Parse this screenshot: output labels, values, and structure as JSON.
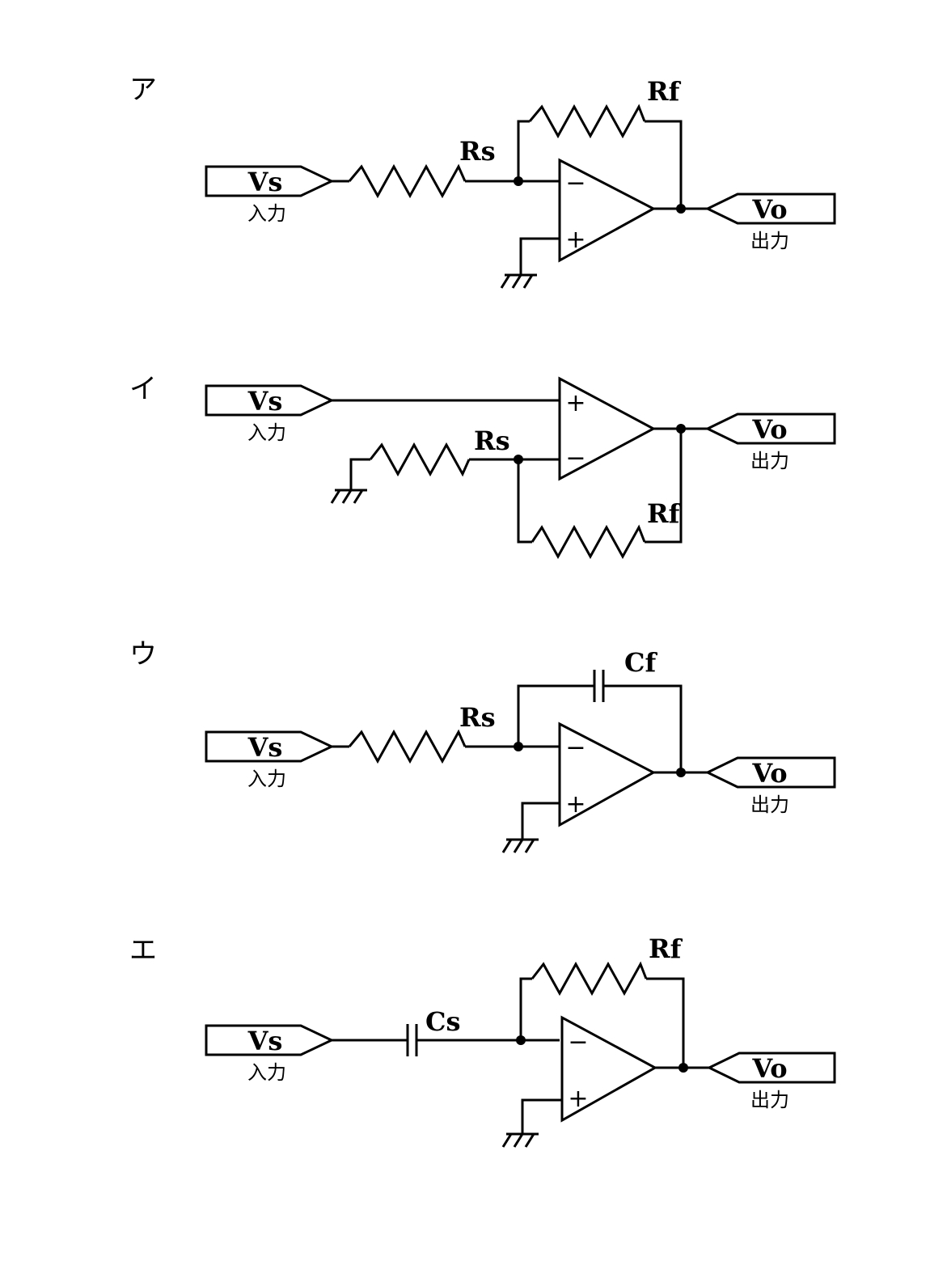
{
  "circuits": [
    {
      "id": "a",
      "label": "ア",
      "input": {
        "name": "Vs",
        "caption": "入力"
      },
      "output": {
        "name": "Vo",
        "caption": "出力"
      },
      "input_component": {
        "type": "resistor",
        "name": "Rs"
      },
      "feedback_component": {
        "type": "resistor",
        "name": "Rf"
      },
      "noninverting_input": "ground",
      "inverting_input": "signal"
    },
    {
      "id": "i",
      "label": "イ",
      "input": {
        "name": "Vs",
        "caption": "入力"
      },
      "output": {
        "name": "Vo",
        "caption": "出力"
      },
      "input_component": {
        "type": "resistor",
        "name": "Rs"
      },
      "feedback_component": {
        "type": "resistor",
        "name": "Rf"
      },
      "noninverting_input": "signal",
      "inverting_input": "Rs to ground"
    },
    {
      "id": "u",
      "label": "ウ",
      "input": {
        "name": "Vs",
        "caption": "入力"
      },
      "output": {
        "name": "Vo",
        "caption": "出力"
      },
      "input_component": {
        "type": "resistor",
        "name": "Rs"
      },
      "feedback_component": {
        "type": "capacitor",
        "name": "Cf"
      },
      "noninverting_input": "ground",
      "inverting_input": "signal"
    },
    {
      "id": "e",
      "label": "エ",
      "input": {
        "name": "Vs",
        "caption": "入力"
      },
      "output": {
        "name": "Vo",
        "caption": "出力"
      },
      "input_component": {
        "type": "capacitor",
        "name": "Cs"
      },
      "feedback_component": {
        "type": "resistor",
        "name": "Rf"
      },
      "noninverting_input": "ground",
      "inverting_input": "signal"
    }
  ],
  "symbols": {
    "plus": "+",
    "minus": "−"
  }
}
